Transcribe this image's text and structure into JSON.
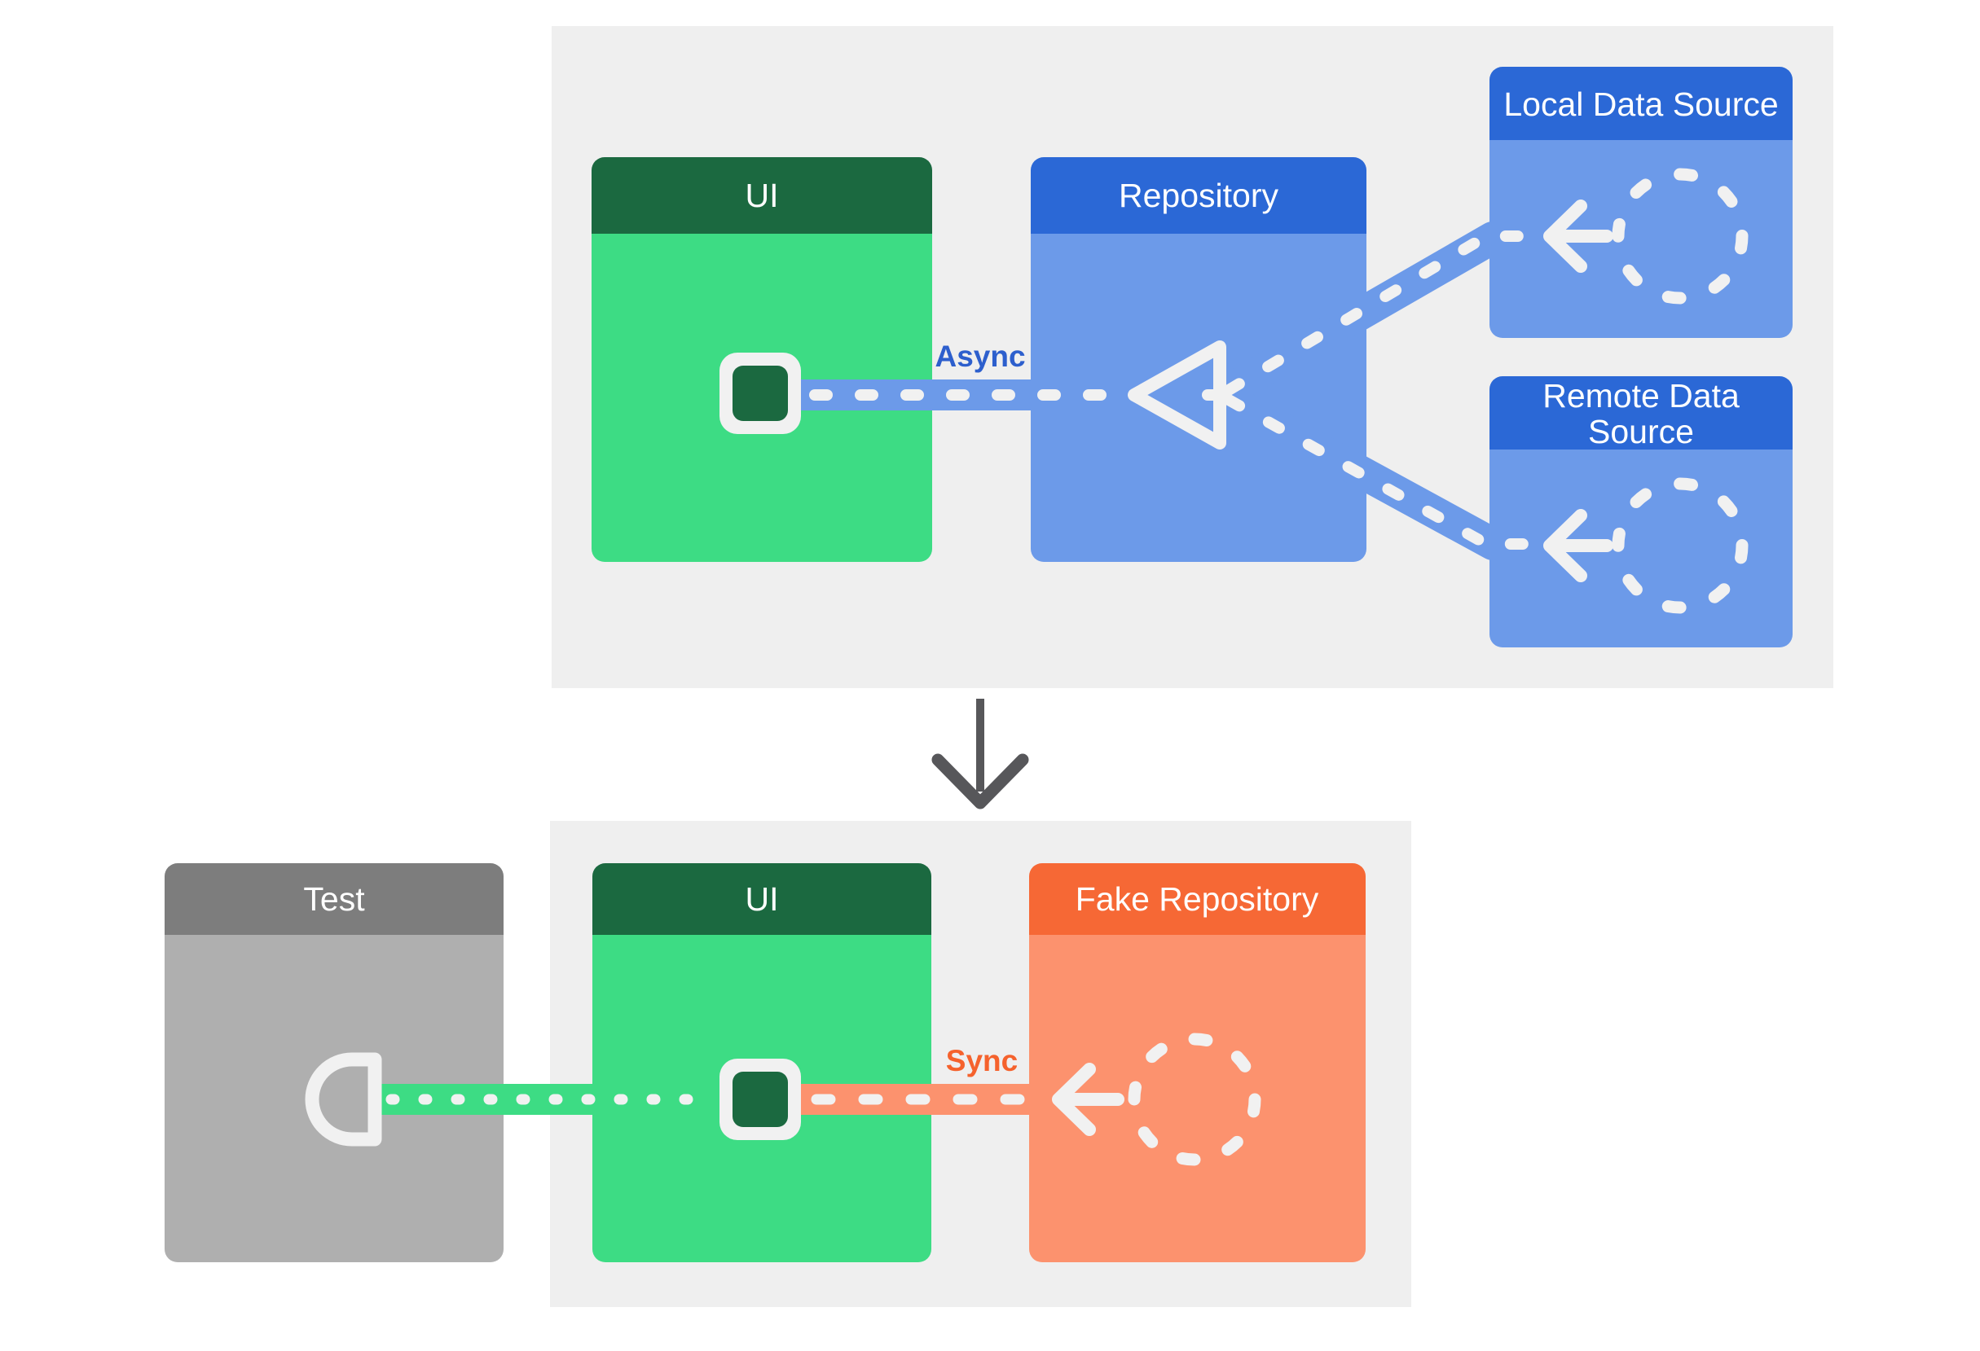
{
  "diagram": {
    "production_section": {
      "ui_box": {
        "title": "UI"
      },
      "repository_box": {
        "title": "Repository"
      },
      "local_data_source_box": {
        "title": "Local Data Source"
      },
      "remote_data_source_box": {
        "title_line1": "Remote Data",
        "title_line2": "Source"
      },
      "async_label": "Async"
    },
    "test_section": {
      "test_box": {
        "title": "Test"
      },
      "ui_box": {
        "title": "UI"
      },
      "fake_repository_box": {
        "title": "Fake Repository"
      },
      "sync_label": "Sync"
    },
    "icons": [
      "dashed-circle-icon (data source placeholder, appears 3x)",
      "arrow-left-icon (white flow arrow, appears 3x)",
      "merge-triangle-icon (repository merge arrowhead)",
      "ui-component-square-icon (dark green rounded square, appears 2x)",
      "test-probe-icon (D-shaped observer in Test box)",
      "down-arrow-icon (between sections)"
    ],
    "colors": {
      "panel_background": "#efefef",
      "page_background": "#ffffff",
      "green_header": "#1b6940",
      "green_body": "#3ddc84",
      "blue_header": "#2b68d6",
      "blue_body": "#6c9ae9",
      "orange_header": "#f66835",
      "orange_body": "#fc926e",
      "gray_header": "#7d7d7d",
      "gray_body": "#afafaf",
      "connector_white": "#f1f1f1",
      "async_text": "#2d5fcd",
      "sync_text": "#f5622d",
      "down_arrow": "#57575a"
    }
  }
}
